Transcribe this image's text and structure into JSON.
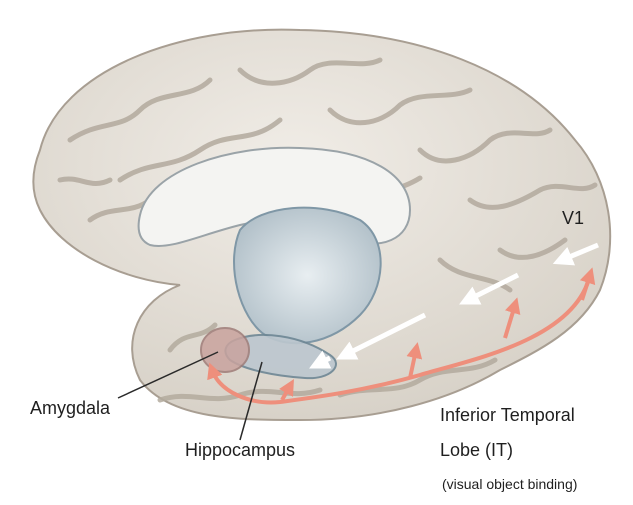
{
  "labels": {
    "v1": "V1",
    "amygdala": "Amygdala",
    "hippocampus": "Hippocampus",
    "it_line1": "Inferior Temporal",
    "it_line2": "Lobe (IT)",
    "it_line3": "(visual object binding)"
  },
  "colors": {
    "cortex": "#e6e1d9",
    "sulcus": "#b3aa9e",
    "inner": "#cdd6dc",
    "pathway_white": "#ffffff",
    "pathway_red": "#ee8f7c",
    "amygdala": "#c9a39e"
  }
}
